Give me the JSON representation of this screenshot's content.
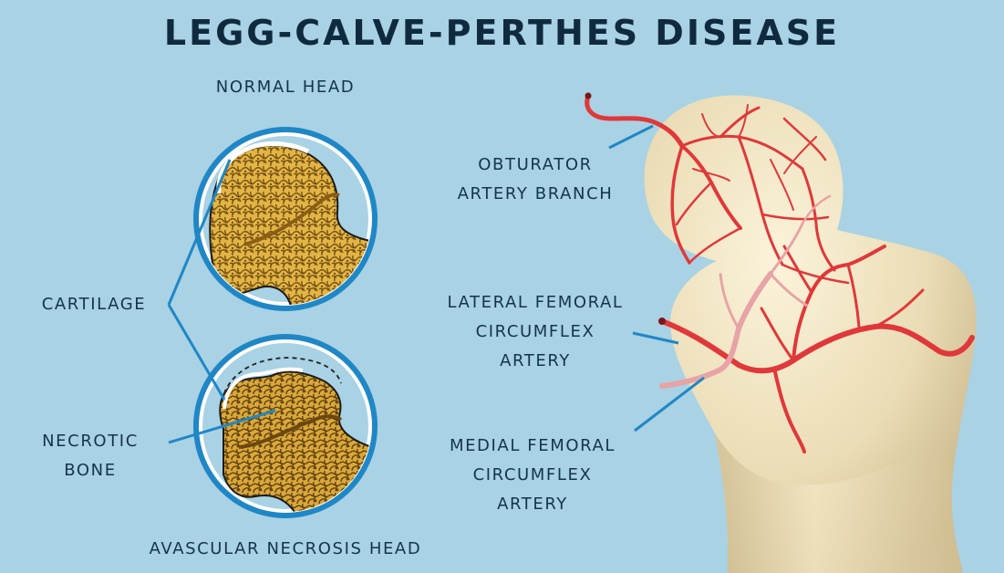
{
  "title": "LEGG-CALVE-PERTHES DISEASE",
  "left_panel": {
    "normal_head_label": "NORMAL HEAD",
    "avascular_head_label": "AVASCULAR NECROSIS HEAD",
    "cartilage_label": "CARTILAGE",
    "necrotic_label": [
      "NECROTIC",
      "BONE"
    ]
  },
  "right_panel": {
    "obturator_label": [
      "OBTURATOR",
      "ARTERY BRANCH"
    ],
    "lateral_label": [
      "LATERAL FEMORAL",
      "CIRCUMFLEX",
      "ARTERY"
    ],
    "medial_label": [
      "MEDIAL FEMORAL",
      "CIRCUMFLEX",
      "ARTERY"
    ]
  },
  "colors": {
    "background": "#a9d2e4",
    "ring": "#1f87c6",
    "bone": "#f1e6c6",
    "spongy_bone": "#d9a93a",
    "artery": "#e0383a",
    "leader": "#1f87c6",
    "text": "#15344a"
  }
}
